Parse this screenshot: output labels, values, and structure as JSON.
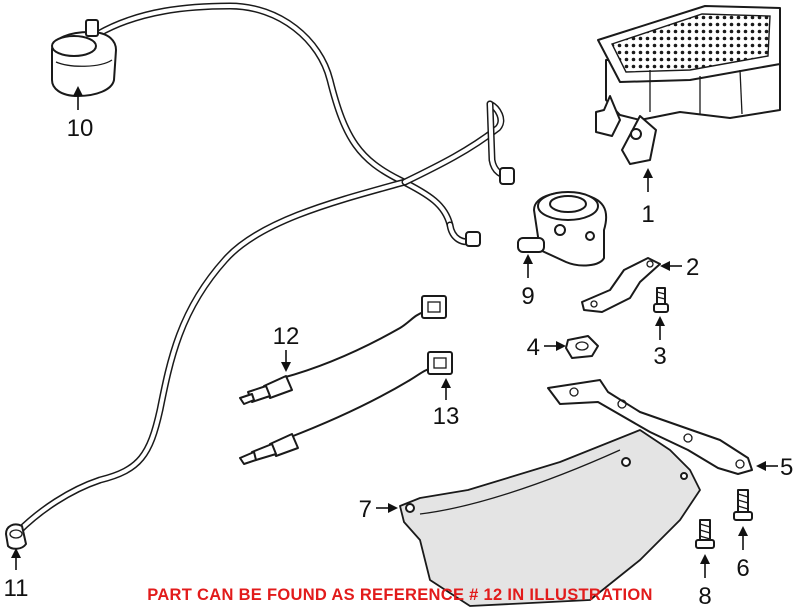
{
  "callouts": [
    {
      "id": "1",
      "label": "1"
    },
    {
      "id": "2",
      "label": "2"
    },
    {
      "id": "3",
      "label": "3"
    },
    {
      "id": "4",
      "label": "4"
    },
    {
      "id": "5",
      "label": "5"
    },
    {
      "id": "6",
      "label": "6"
    },
    {
      "id": "7",
      "label": "7"
    },
    {
      "id": "8",
      "label": "8"
    },
    {
      "id": "9",
      "label": "9"
    },
    {
      "id": "10",
      "label": "10"
    },
    {
      "id": "11",
      "label": "11"
    },
    {
      "id": "12",
      "label": "12"
    },
    {
      "id": "13",
      "label": "13"
    }
  ],
  "notice": "PART CAN BE FOUND AS REFERENCE # 12 IN ILLUSTRATION",
  "colors": {
    "notice": "#e21b1b",
    "line": "#1a1a1a",
    "background": "#ffffff"
  }
}
